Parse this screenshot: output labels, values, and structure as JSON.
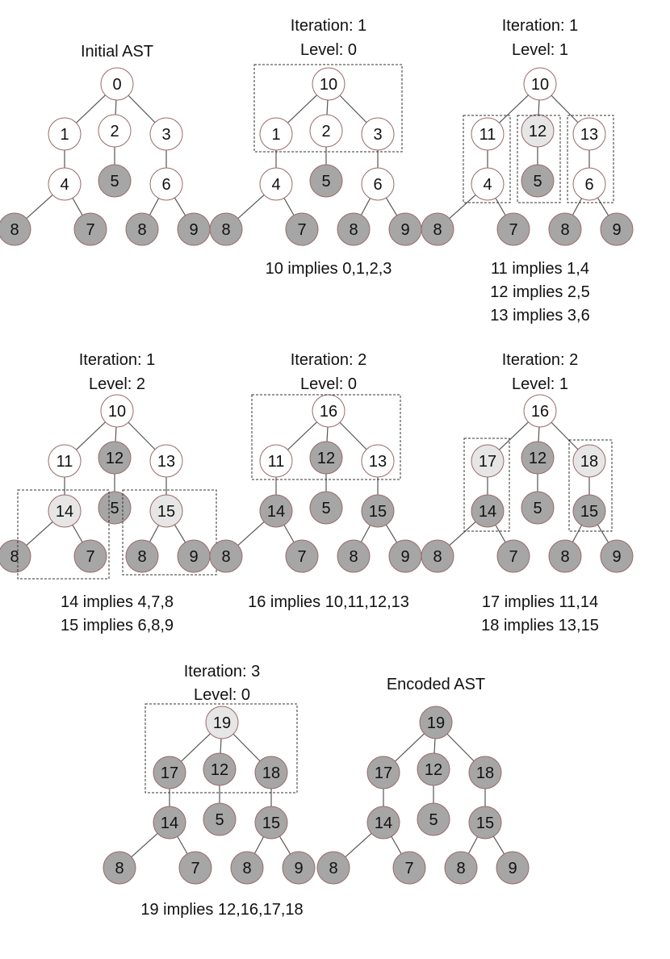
{
  "panels": [
    {
      "id": "initial",
      "title_lines": [
        "Initial AST"
      ],
      "caption_lines": [],
      "nodes": [
        {
          "id": "a",
          "label": "0",
          "shade": "white"
        },
        {
          "id": "b",
          "label": "1",
          "shade": "white"
        },
        {
          "id": "c",
          "label": "2",
          "shade": "white"
        },
        {
          "id": "d",
          "label": "3",
          "shade": "white"
        },
        {
          "id": "e",
          "label": "4",
          "shade": "white"
        },
        {
          "id": "f",
          "label": "5",
          "shade": "dark"
        },
        {
          "id": "g",
          "label": "6",
          "shade": "white"
        },
        {
          "id": "h",
          "label": "8",
          "shade": "dark"
        },
        {
          "id": "i",
          "label": "7",
          "shade": "dark"
        },
        {
          "id": "j",
          "label": "8",
          "shade": "dark"
        },
        {
          "id": "k",
          "label": "9",
          "shade": "dark"
        }
      ]
    },
    {
      "id": "it1-l0",
      "title_lines": [
        "Iteration: 1",
        "Level: 0"
      ],
      "caption_lines": [
        "10 implies 0,1,2,3"
      ],
      "nodes": [
        {
          "id": "a",
          "label": "10",
          "shade": "white"
        },
        {
          "id": "b",
          "label": "1",
          "shade": "white"
        },
        {
          "id": "c",
          "label": "2",
          "shade": "white"
        },
        {
          "id": "d",
          "label": "3",
          "shade": "white"
        },
        {
          "id": "e",
          "label": "4",
          "shade": "white"
        },
        {
          "id": "f",
          "label": "5",
          "shade": "dark"
        },
        {
          "id": "g",
          "label": "6",
          "shade": "white"
        },
        {
          "id": "h",
          "label": "8",
          "shade": "dark"
        },
        {
          "id": "i",
          "label": "7",
          "shade": "dark"
        },
        {
          "id": "j",
          "label": "8",
          "shade": "dark"
        },
        {
          "id": "k",
          "label": "9",
          "shade": "dark"
        }
      ]
    },
    {
      "id": "it1-l1",
      "title_lines": [
        "Iteration: 1",
        "Level: 1"
      ],
      "caption_lines": [
        "11 implies 1,4",
        "12 implies 2,5",
        "13 implies 3,6"
      ],
      "nodes": [
        {
          "id": "a",
          "label": "10",
          "shade": "white"
        },
        {
          "id": "b",
          "label": "11",
          "shade": "white"
        },
        {
          "id": "c",
          "label": "12",
          "shade": "light"
        },
        {
          "id": "d",
          "label": "13",
          "shade": "white"
        },
        {
          "id": "e",
          "label": "4",
          "shade": "white"
        },
        {
          "id": "f",
          "label": "5",
          "shade": "dark"
        },
        {
          "id": "g",
          "label": "6",
          "shade": "white"
        },
        {
          "id": "h",
          "label": "8",
          "shade": "dark"
        },
        {
          "id": "i",
          "label": "7",
          "shade": "dark"
        },
        {
          "id": "j",
          "label": "8",
          "shade": "dark"
        },
        {
          "id": "k",
          "label": "9",
          "shade": "dark"
        }
      ]
    },
    {
      "id": "it1-l2",
      "title_lines": [
        "Iteration: 1",
        "Level: 2"
      ],
      "caption_lines": [
        "14 implies 4,7,8",
        "15 implies 6,8,9"
      ],
      "nodes": [
        {
          "id": "a",
          "label": "10",
          "shade": "white"
        },
        {
          "id": "b",
          "label": "11",
          "shade": "white"
        },
        {
          "id": "c",
          "label": "12",
          "shade": "dark"
        },
        {
          "id": "d",
          "label": "13",
          "shade": "white"
        },
        {
          "id": "e",
          "label": "14",
          "shade": "light"
        },
        {
          "id": "f",
          "label": "5",
          "shade": "dark"
        },
        {
          "id": "g",
          "label": "15",
          "shade": "light"
        },
        {
          "id": "h",
          "label": "8",
          "shade": "dark"
        },
        {
          "id": "i",
          "label": "7",
          "shade": "dark"
        },
        {
          "id": "j",
          "label": "8",
          "shade": "dark"
        },
        {
          "id": "k",
          "label": "9",
          "shade": "dark"
        }
      ]
    },
    {
      "id": "it2-l0",
      "title_lines": [
        "Iteration: 2",
        "Level: 0"
      ],
      "caption_lines": [
        "16 implies 10,11,12,13"
      ],
      "nodes": [
        {
          "id": "a",
          "label": "16",
          "shade": "white"
        },
        {
          "id": "b",
          "label": "11",
          "shade": "white"
        },
        {
          "id": "c",
          "label": "12",
          "shade": "dark"
        },
        {
          "id": "d",
          "label": "13",
          "shade": "white"
        },
        {
          "id": "e",
          "label": "14",
          "shade": "dark"
        },
        {
          "id": "f",
          "label": "5",
          "shade": "dark"
        },
        {
          "id": "g",
          "label": "15",
          "shade": "dark"
        },
        {
          "id": "h",
          "label": "8",
          "shade": "dark"
        },
        {
          "id": "i",
          "label": "7",
          "shade": "dark"
        },
        {
          "id": "j",
          "label": "8",
          "shade": "dark"
        },
        {
          "id": "k",
          "label": "9",
          "shade": "dark"
        }
      ]
    },
    {
      "id": "it2-l1",
      "title_lines": [
        "Iteration: 2",
        "Level: 1"
      ],
      "caption_lines": [
        "17 implies 11,14",
        "18 implies 13,15"
      ],
      "nodes": [
        {
          "id": "a",
          "label": "16",
          "shade": "white"
        },
        {
          "id": "b",
          "label": "17",
          "shade": "light"
        },
        {
          "id": "c",
          "label": "12",
          "shade": "dark"
        },
        {
          "id": "d",
          "label": "18",
          "shade": "light"
        },
        {
          "id": "e",
          "label": "14",
          "shade": "dark"
        },
        {
          "id": "f",
          "label": "5",
          "shade": "dark"
        },
        {
          "id": "g",
          "label": "15",
          "shade": "dark"
        },
        {
          "id": "h",
          "label": "8",
          "shade": "dark"
        },
        {
          "id": "i",
          "label": "7",
          "shade": "dark"
        },
        {
          "id": "j",
          "label": "8",
          "shade": "dark"
        },
        {
          "id": "k",
          "label": "9",
          "shade": "dark"
        }
      ]
    },
    {
      "id": "it3-l0",
      "title_lines": [
        "Iteration: 3",
        "Level: 0"
      ],
      "caption_lines": [
        "19 implies 12,16,17,18"
      ],
      "nodes": [
        {
          "id": "a",
          "label": "19",
          "shade": "light"
        },
        {
          "id": "b",
          "label": "17",
          "shade": "dark"
        },
        {
          "id": "c",
          "label": "12",
          "shade": "dark"
        },
        {
          "id": "d",
          "label": "18",
          "shade": "dark"
        },
        {
          "id": "e",
          "label": "14",
          "shade": "dark"
        },
        {
          "id": "f",
          "label": "5",
          "shade": "dark"
        },
        {
          "id": "g",
          "label": "15",
          "shade": "dark"
        },
        {
          "id": "h",
          "label": "8",
          "shade": "dark"
        },
        {
          "id": "i",
          "label": "7",
          "shade": "dark"
        },
        {
          "id": "j",
          "label": "8",
          "shade": "dark"
        },
        {
          "id": "k",
          "label": "9",
          "shade": "dark"
        }
      ]
    },
    {
      "id": "encoded",
      "title_lines": [
        "Encoded AST"
      ],
      "caption_lines": [],
      "nodes": [
        {
          "id": "a",
          "label": "19",
          "shade": "dark"
        },
        {
          "id": "b",
          "label": "17",
          "shade": "dark"
        },
        {
          "id": "c",
          "label": "12",
          "shade": "dark"
        },
        {
          "id": "d",
          "label": "18",
          "shade": "dark"
        },
        {
          "id": "e",
          "label": "14",
          "shade": "dark"
        },
        {
          "id": "f",
          "label": "5",
          "shade": "dark"
        },
        {
          "id": "g",
          "label": "15",
          "shade": "dark"
        },
        {
          "id": "h",
          "label": "8",
          "shade": "dark"
        },
        {
          "id": "i",
          "label": "7",
          "shade": "dark"
        },
        {
          "id": "j",
          "label": "8",
          "shade": "dark"
        },
        {
          "id": "k",
          "label": "9",
          "shade": "dark"
        }
      ]
    }
  ]
}
